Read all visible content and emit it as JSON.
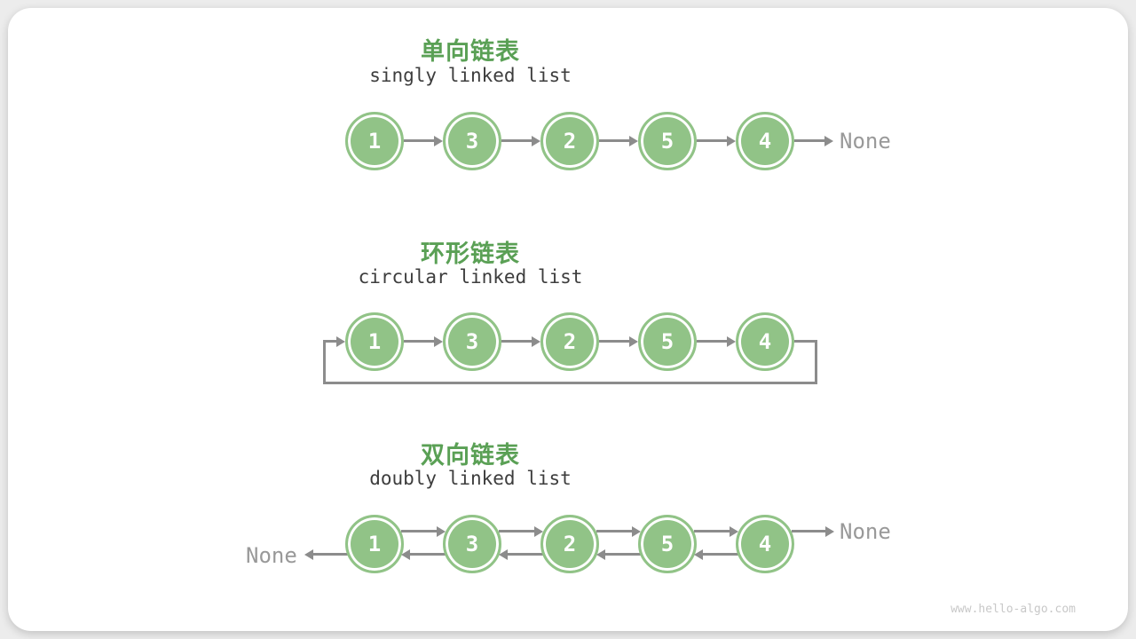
{
  "colors": {
    "accent_green": "#5AA055",
    "node_green": "#91C387",
    "arrow_gray": "#8C8C8C",
    "none_gray": "#999999",
    "subtitle_dark": "#3D3D3D",
    "watermark_gray": "#C8C8C8",
    "card_bg": "#FFFFFF",
    "page_bg": "#ECECEC"
  },
  "sections": [
    {
      "id": "singly",
      "title": "单向链表",
      "subtitle": "singly linked list",
      "nodes": [
        "1",
        "3",
        "2",
        "5",
        "4"
      ],
      "none_right": "None"
    },
    {
      "id": "circular",
      "title": "环形链表",
      "subtitle": "circular linked list",
      "nodes": [
        "1",
        "3",
        "2",
        "5",
        "4"
      ]
    },
    {
      "id": "doubly",
      "title": "双向链表",
      "subtitle": "doubly linked list",
      "nodes": [
        "1",
        "3",
        "2",
        "5",
        "4"
      ],
      "none_left": "None",
      "none_right": "None"
    }
  ],
  "watermark": "www.hello-algo.com"
}
